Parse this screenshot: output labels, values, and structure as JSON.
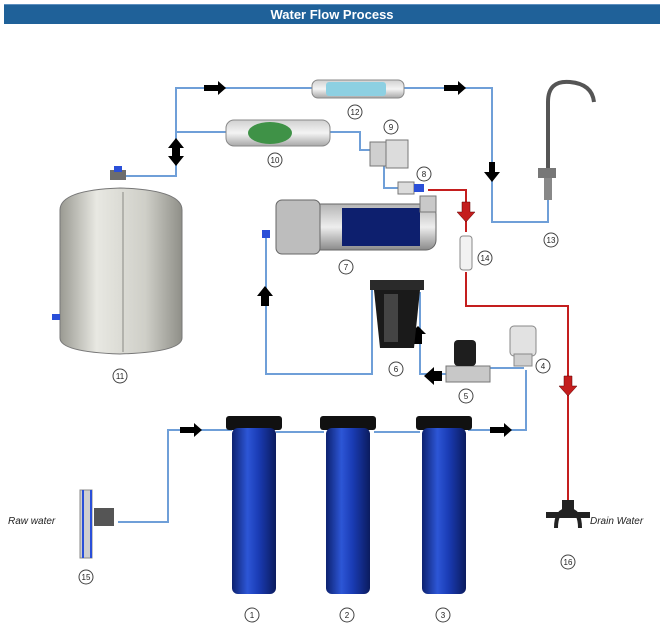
{
  "title": "Water Flow Process",
  "labels": {
    "raw_water": "Raw water",
    "drain_water": "Drain Water"
  },
  "components": [
    {
      "number": "1"
    },
    {
      "number": "2"
    },
    {
      "number": "3"
    },
    {
      "number": "4"
    },
    {
      "number": "5"
    },
    {
      "number": "6"
    },
    {
      "number": "7"
    },
    {
      "number": "8"
    },
    {
      "number": "9"
    },
    {
      "number": "10"
    },
    {
      "number": "11"
    },
    {
      "number": "12"
    },
    {
      "number": "13"
    },
    {
      "number": "14"
    },
    {
      "number": "15"
    },
    {
      "number": "16"
    }
  ],
  "colors": {
    "header": "#1f6199",
    "pipe": "#6f9fd8",
    "drain_pipe": "#c41e1e",
    "housing": "#1c3da8",
    "arrow": "#000000"
  }
}
